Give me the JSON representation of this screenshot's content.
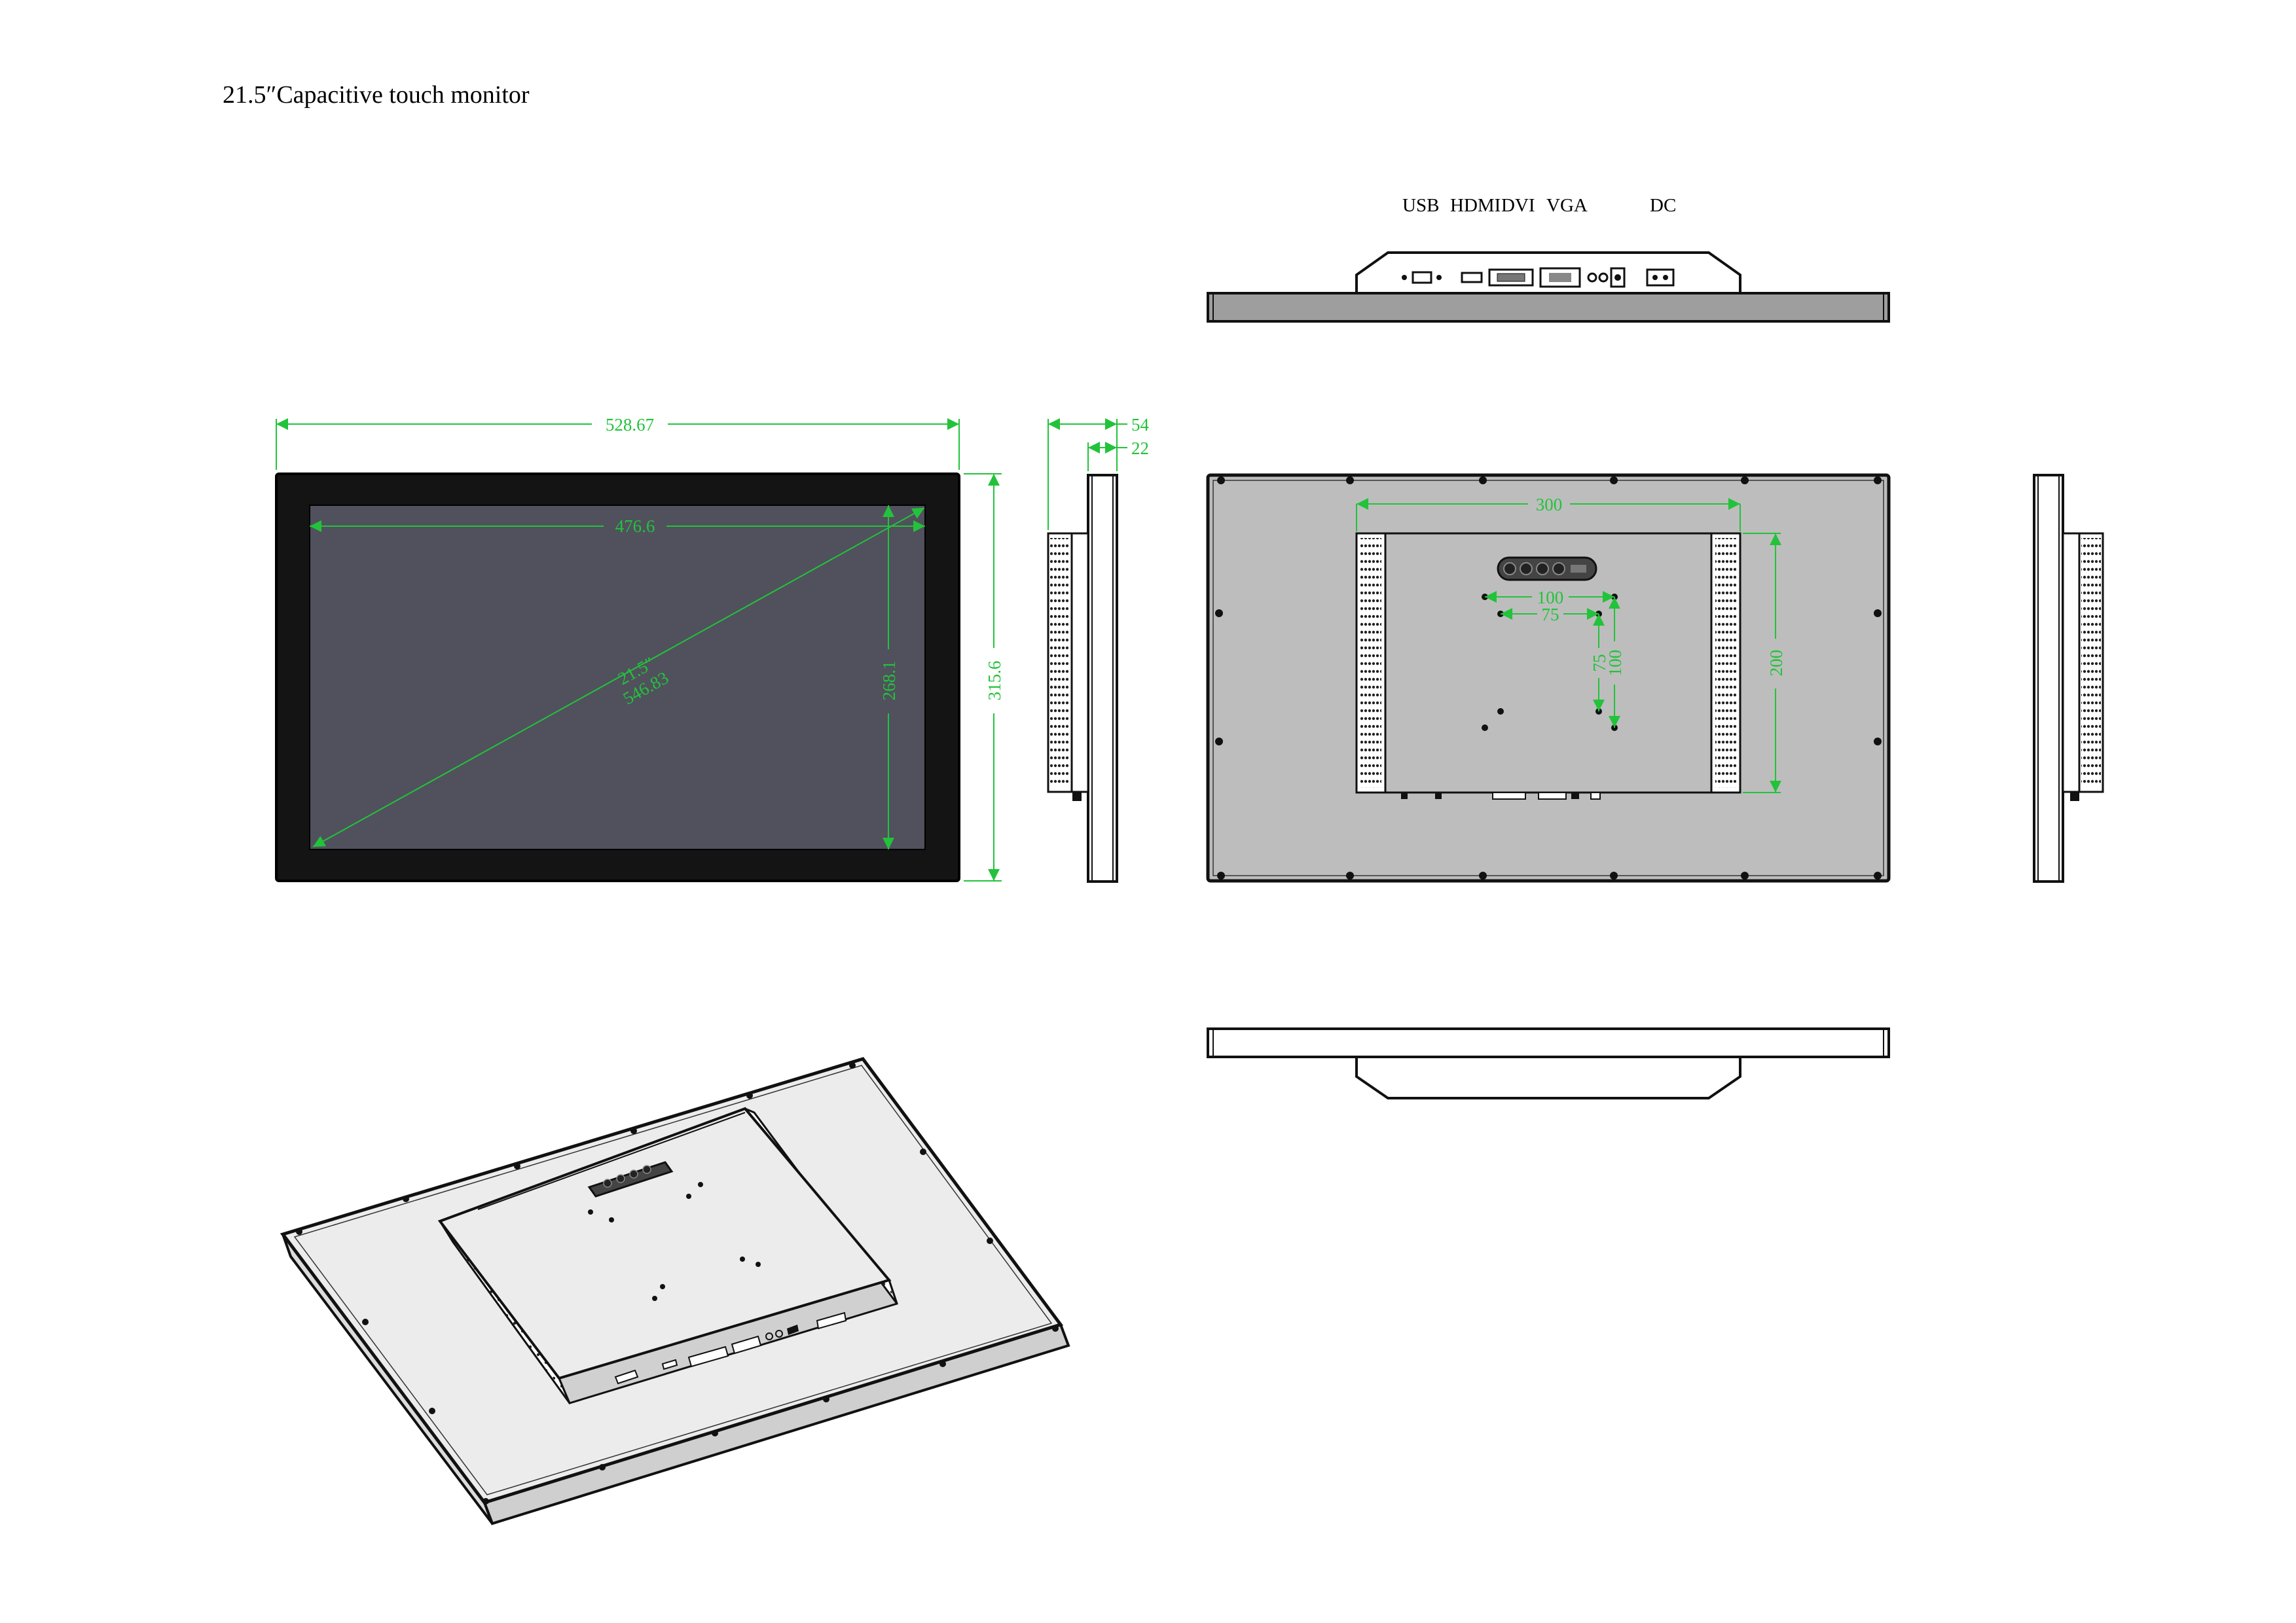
{
  "title": "21.5″Capacitive touch monitor",
  "colors": {
    "dimension": "#22c33a",
    "bezel": "#141414",
    "screen": "#50515d",
    "panel": "#bdbdbd",
    "line": "#111111",
    "background": "#ffffff"
  },
  "port_labels": {
    "usb": "USB",
    "hdmi": "HDMI",
    "dvi": "DVI",
    "vga": "VGA",
    "dc": "DC"
  },
  "front_view": {
    "overall_width": "528.67",
    "screen_width": "476.6",
    "screen_height": "268.1",
    "overall_height": "315.6",
    "diagonal_inch": "21.5″",
    "diagonal_mm": "546.83"
  },
  "side_view": {
    "total_depth": "54",
    "frame_depth": "22"
  },
  "rear_view": {
    "box_width": "300",
    "box_height": "200",
    "vesa_large_h": "100",
    "vesa_small_h": "75",
    "vesa_small_v": "75",
    "vesa_large_v": "100"
  }
}
